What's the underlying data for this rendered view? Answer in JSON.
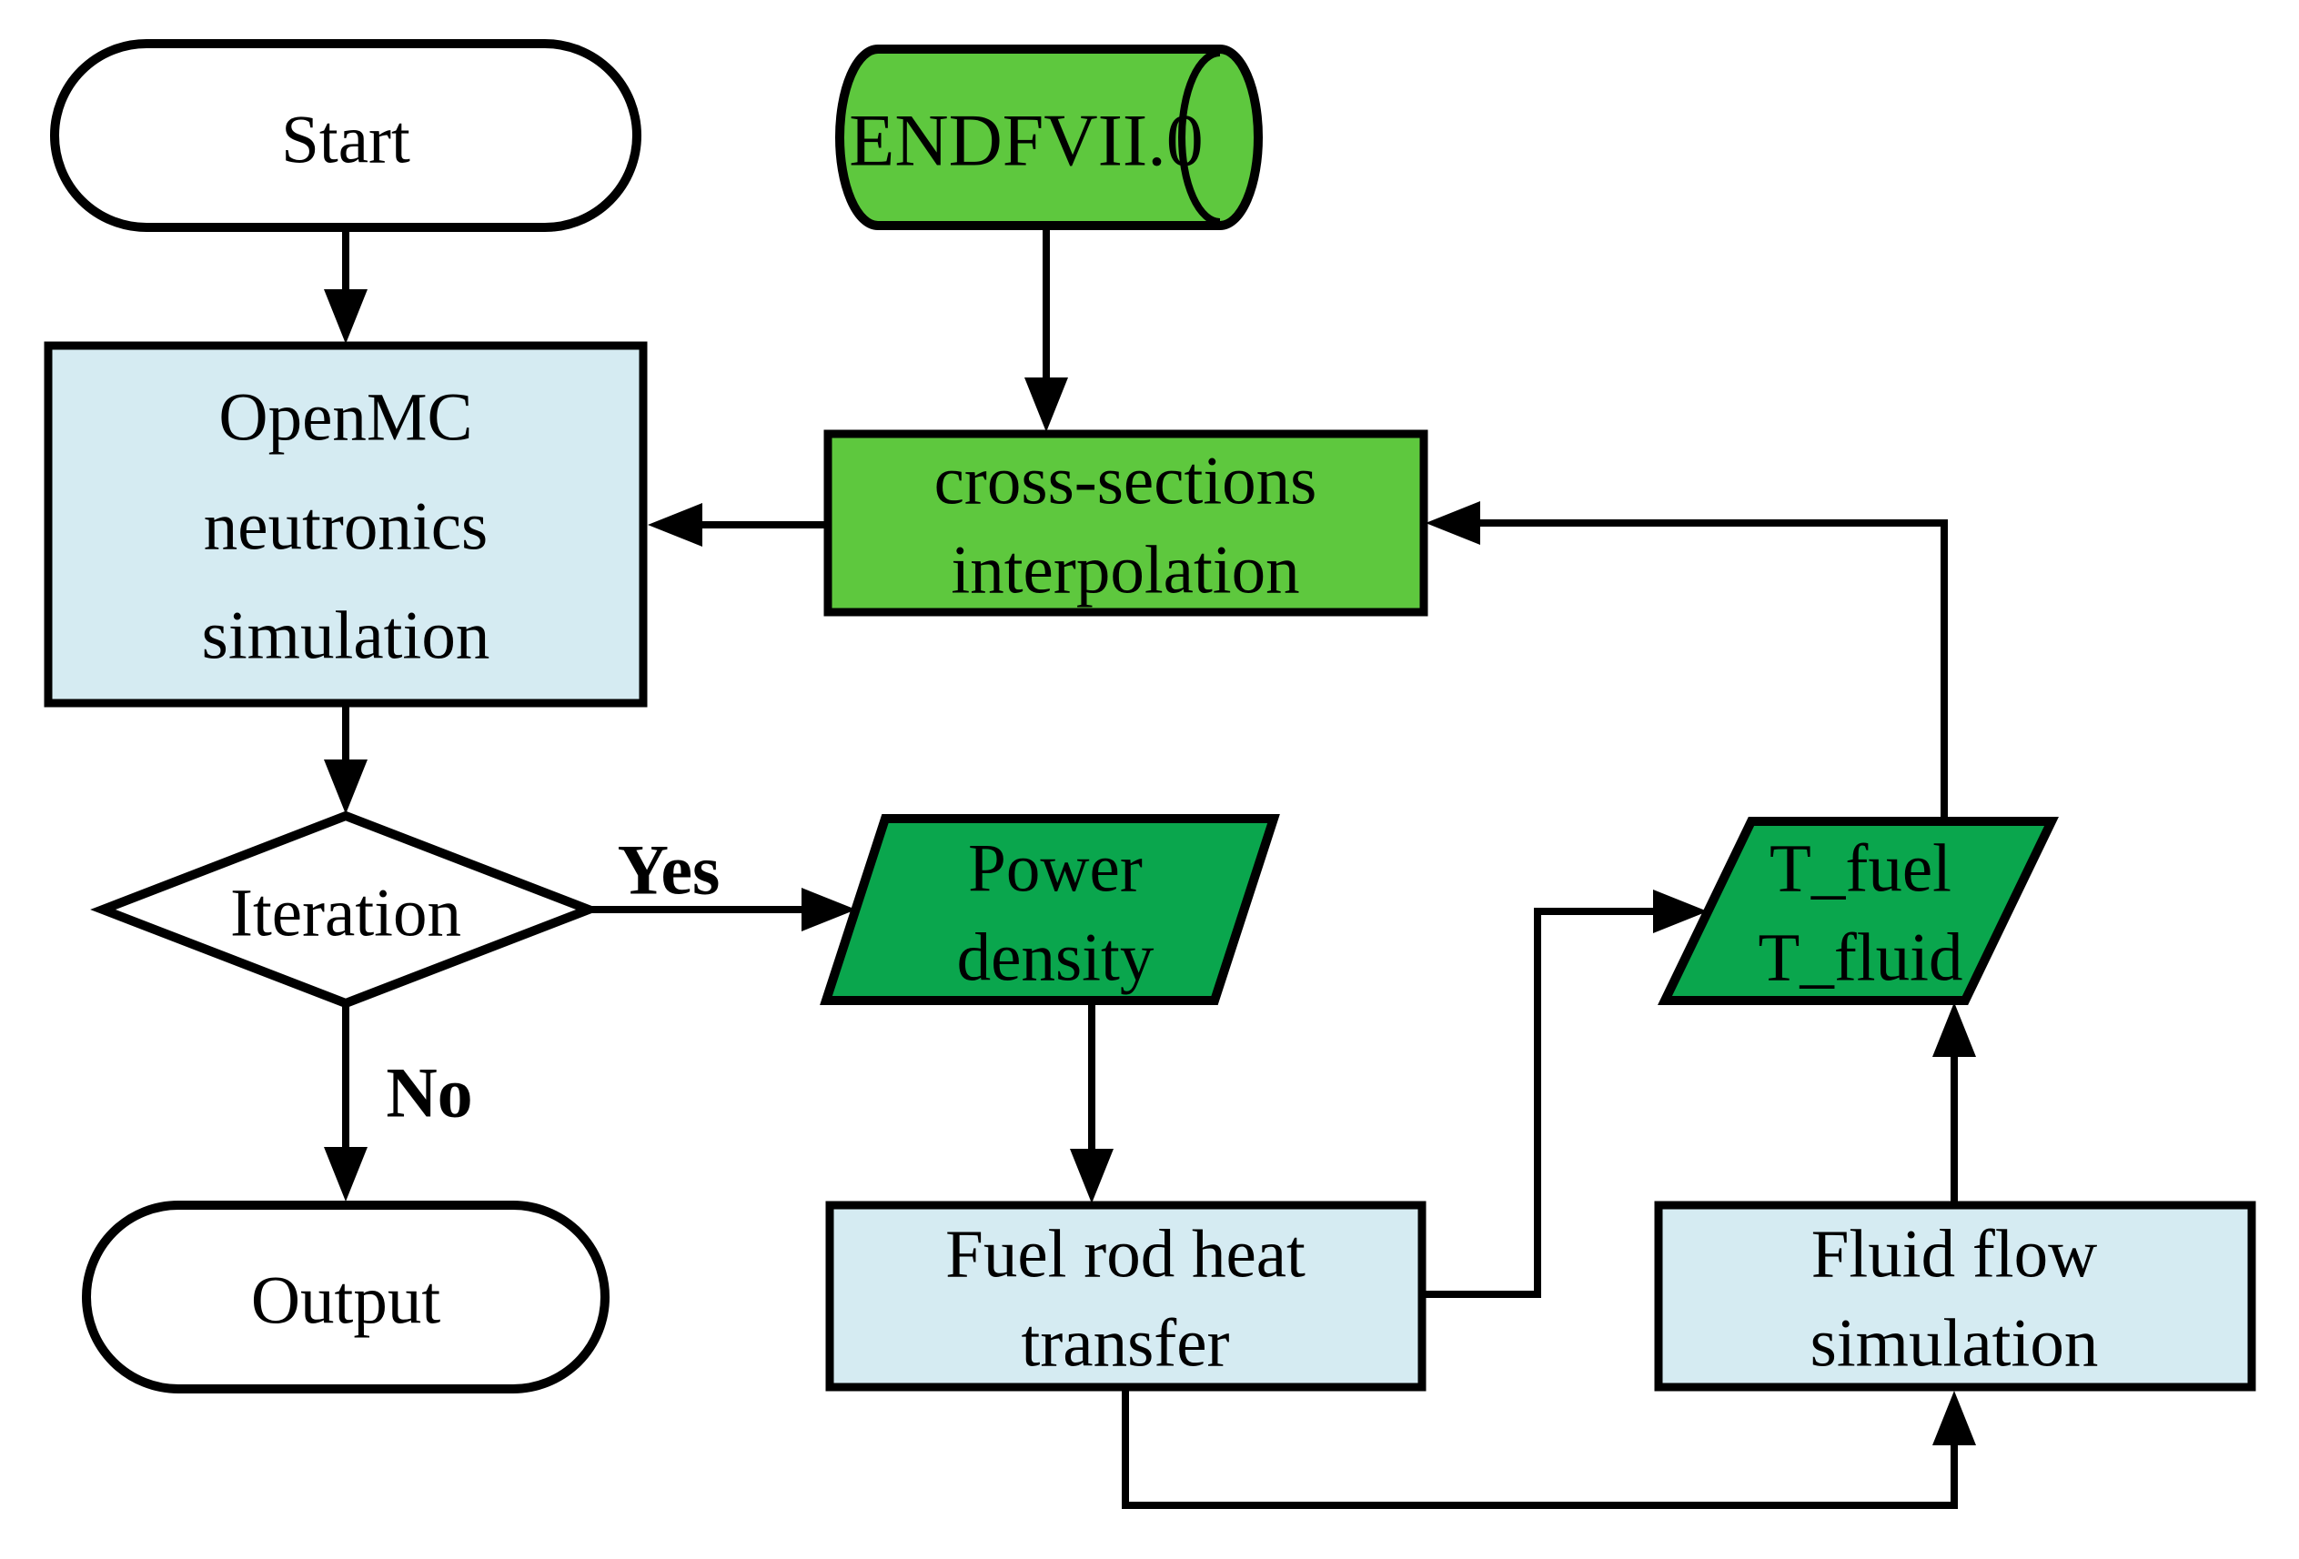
{
  "diagram": {
    "title": "OpenMC neutronics and thermal-hydraulics coupling flowchart",
    "colors": {
      "stroke": "#000000",
      "terminal_fill": "#ffffff",
      "process_fill": "#d5ebf2",
      "data_fill": "#5ec83e",
      "io_fill": "#0aa64d",
      "background": "#ffffff"
    },
    "nodes": {
      "start": {
        "label": "Start",
        "shape": "terminator"
      },
      "endf": {
        "label": "ENDFVII.0",
        "shape": "cylinder-data-store"
      },
      "openmc": {
        "shape": "process",
        "label_lines": [
          "OpenMC",
          "neutronics",
          "simulation"
        ]
      },
      "xs": {
        "shape": "process",
        "label_lines": [
          "cross-sections",
          "interpolation"
        ]
      },
      "iteration": {
        "label": "Iteration",
        "shape": "decision"
      },
      "power": {
        "shape": "input-output",
        "label_lines": [
          "Power",
          "density"
        ]
      },
      "tfuel": {
        "shape": "input-output",
        "label_lines": [
          "T_fuel",
          "T_fluid"
        ]
      },
      "output": {
        "label": "Output",
        "shape": "terminator"
      },
      "fuelrod": {
        "shape": "process",
        "label_lines": [
          "Fuel rod heat",
          "transfer"
        ]
      },
      "fluid": {
        "shape": "process",
        "label_lines": [
          "Fluid flow",
          "simulation"
        ]
      }
    },
    "edge_labels": {
      "yes": "Yes",
      "no": "No"
    }
  }
}
